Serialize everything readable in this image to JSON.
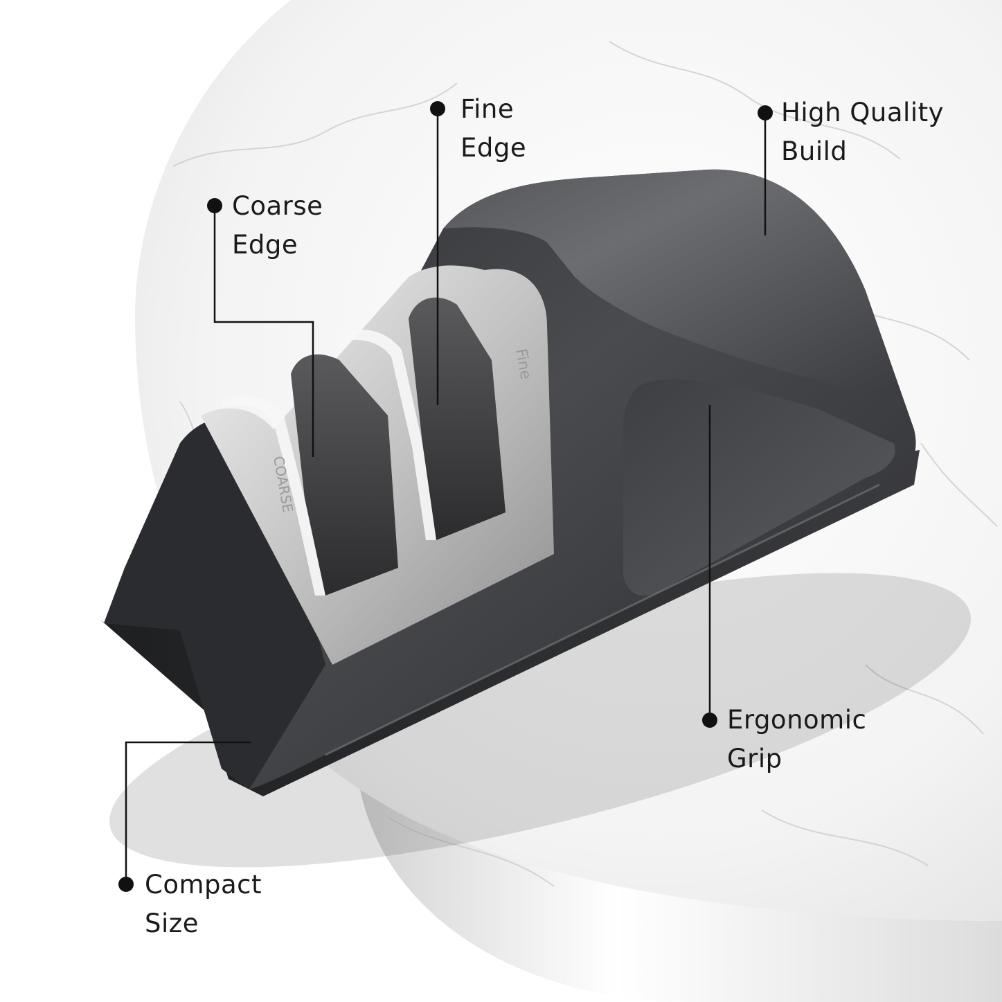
{
  "scene": {
    "subject": "knife-sharpener",
    "colors": {
      "background": "#ffffff",
      "marble": "#f4f4f4",
      "marble_vein": "#c9c9c9",
      "body_dark": "#3a3b3e",
      "body_light": "#6a6b6e",
      "steel_light": "#e8e8e8",
      "steel_dark": "#8f8f8f",
      "callout_line": "#111111"
    },
    "engravings": {
      "coarse": "COARSE",
      "fine": "Fine"
    }
  },
  "callouts": {
    "fine_edge": {
      "line1": "Fine",
      "line2": "Edge"
    },
    "high_quality_build": {
      "line1": "High Quality",
      "line2": "Build"
    },
    "coarse_edge": {
      "line1": "Coarse",
      "line2": "Edge"
    },
    "ergonomic_grip": {
      "line1": "Ergonomic",
      "line2": "Grip"
    },
    "compact_size": {
      "line1": "Compact",
      "line2": "Size"
    }
  }
}
